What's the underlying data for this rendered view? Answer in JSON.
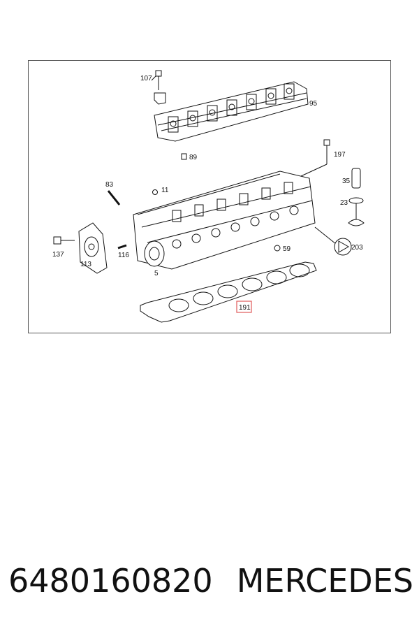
{
  "diagram": {
    "part_labels": {
      "p107": "107",
      "p95": "95",
      "p89": "89",
      "p197": "197",
      "p83": "83",
      "p11": "11",
      "p35": "35",
      "p23": "23",
      "p137": "137",
      "p113": "113",
      "p116": "116",
      "p5": "5",
      "p59": "59",
      "p203": "203",
      "p191": "191"
    },
    "highlight_color": "#e05a5a"
  },
  "caption": {
    "part_number": "6480160820",
    "brand": "MERCEDES"
  }
}
